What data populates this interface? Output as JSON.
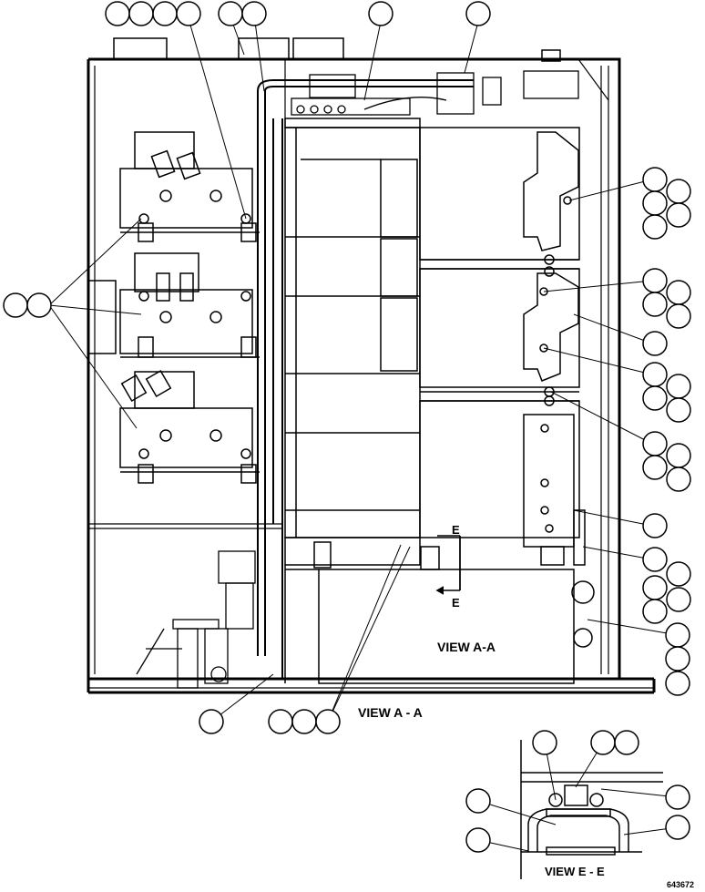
{
  "labels": {
    "view_inner": "VIEW A-A",
    "view_main": "VIEW A - A",
    "view_detail": "VIEW E - E",
    "section_top": "E",
    "section_bottom": "E",
    "drawing_number": "643672"
  },
  "callouts": [
    "balloon-1",
    "balloon-2",
    "balloon-3",
    "balloon-4",
    "balloon-5",
    "balloon-6",
    "balloon-7",
    "balloon-8",
    "balloon-9",
    "balloon-10",
    "balloon-11",
    "balloon-12",
    "balloon-13",
    "balloon-14",
    "balloon-15",
    "balloon-16",
    "balloon-17",
    "balloon-18",
    "balloon-19",
    "balloon-20",
    "balloon-21",
    "balloon-22",
    "balloon-23",
    "balloon-24",
    "balloon-25",
    "balloon-26",
    "balloon-27",
    "balloon-28",
    "balloon-29",
    "balloon-30",
    "balloon-31",
    "balloon-32",
    "balloon-33",
    "balloon-34",
    "balloon-35",
    "balloon-36",
    "balloon-37",
    "balloon-38",
    "balloon-39",
    "balloon-40",
    "balloon-41",
    "balloon-42",
    "balloon-43",
    "balloon-44",
    "balloon-45",
    "balloon-46",
    "balloon-47",
    "balloon-48"
  ]
}
